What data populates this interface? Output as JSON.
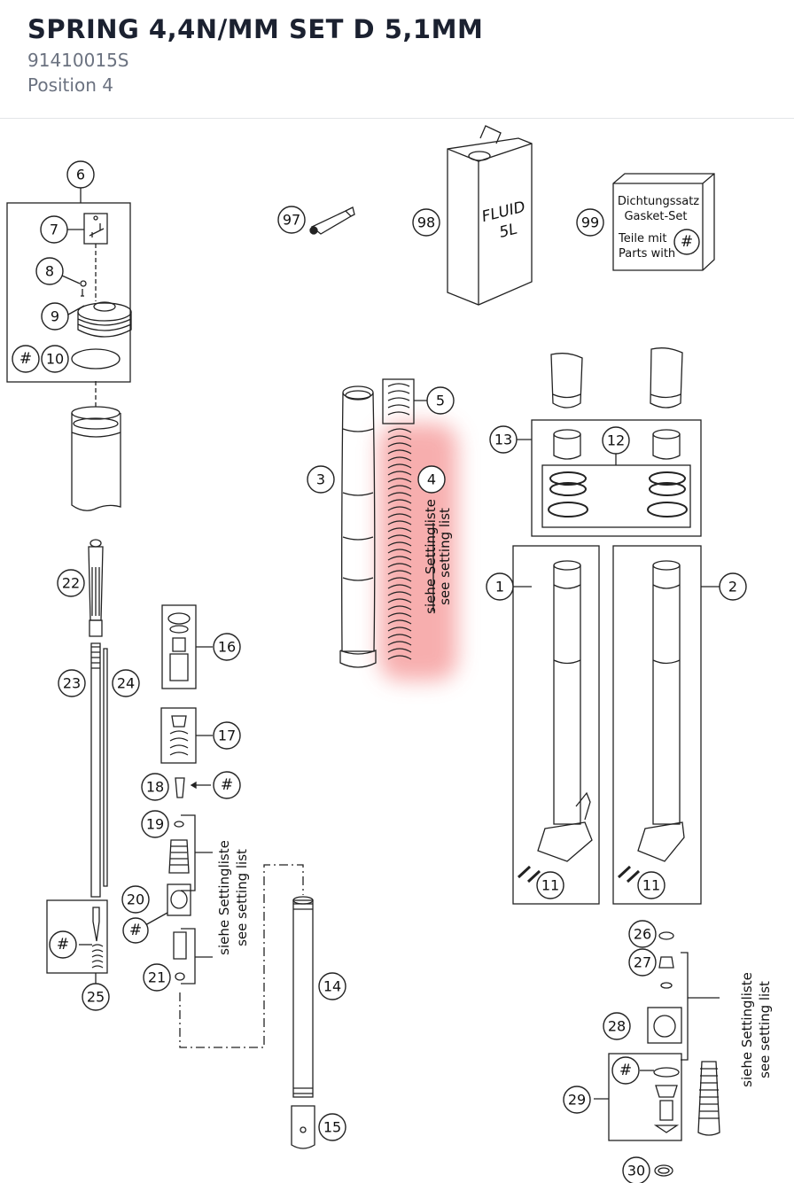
{
  "product": {
    "title": "SPRING 4,4N/MM SET D 5,1MM",
    "part_number": "91410015S",
    "position": "Position 4"
  },
  "diagram": {
    "highlight_color": "#f6a0a0",
    "callouts": {
      "c1": "1",
      "c2": "2",
      "c3": "3",
      "c4": "4",
      "c5": "5",
      "c6": "6",
      "c7": "7",
      "c8": "8",
      "c9": "9",
      "c10": "10",
      "c11a": "11",
      "c11b": "11",
      "c12": "12",
      "c13": "13",
      "c14": "14",
      "c15": "15",
      "c16": "16",
      "c17": "17",
      "c18": "18",
      "c19": "19",
      "c20": "20",
      "c21": "21",
      "c22": "22",
      "c23": "23",
      "c24": "24",
      "c25": "25",
      "c26": "26",
      "c27": "27",
      "c28": "28",
      "c29": "29",
      "c30": "30",
      "c97": "97",
      "c98": "98",
      "c99": "99"
    },
    "hash_symbol": "#",
    "notes": {
      "de": "siehe Settingliste",
      "en": "see setting list"
    },
    "gasket_box": {
      "line1": "Dichtungssatz",
      "line2": "Gasket-Set",
      "line3": "Teile mit",
      "line4": "Parts with"
    },
    "fluid_can": {
      "line1": "FLUID",
      "line2": "5L"
    }
  }
}
